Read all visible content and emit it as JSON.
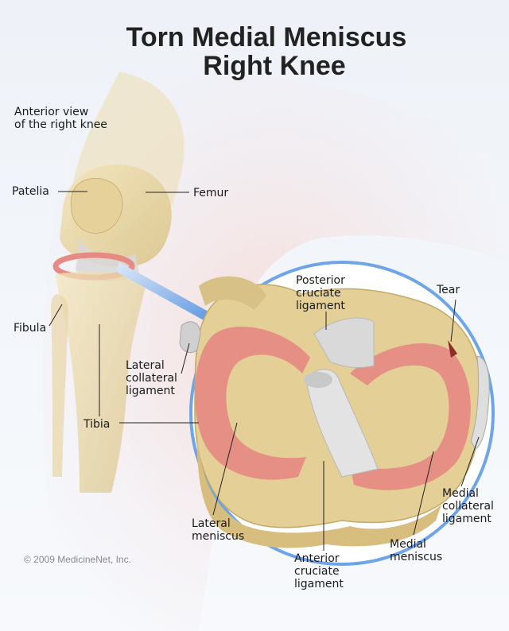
{
  "title": {
    "line1": "Torn Medial Meniscus",
    "line2": "Right Knee"
  },
  "view_note": {
    "line1": "Anterior view",
    "line2": "of the right knee"
  },
  "labels": {
    "patella": "Patelia",
    "femur": "Femur",
    "fibula": "Fibula",
    "tibia": "Tibia",
    "lateral_collateral": [
      "Lateral",
      "collateral",
      "ligament"
    ],
    "posterior_cruciate": [
      "Posterior",
      "cruciate",
      "ligament"
    ],
    "tear": "Tear",
    "medial_collateral": [
      "Medial",
      "collateral",
      "ligament"
    ],
    "lateral_meniscus": [
      "Lateral",
      "meniscus"
    ],
    "anterior_cruciate": [
      "Anterior",
      "cruciate",
      "ligament"
    ],
    "medial_meniscus": [
      "Medial",
      "meniscus"
    ]
  },
  "copyright": "© 2009 MedicineNet, Inc.",
  "colors": {
    "bone": "#e8d7a4",
    "meniscus": "#e58b84",
    "ligament": "#dcdcdc",
    "circle": "#6ea4e8",
    "arrow": "#4f8fe0",
    "skin": "#f6ddd6"
  }
}
